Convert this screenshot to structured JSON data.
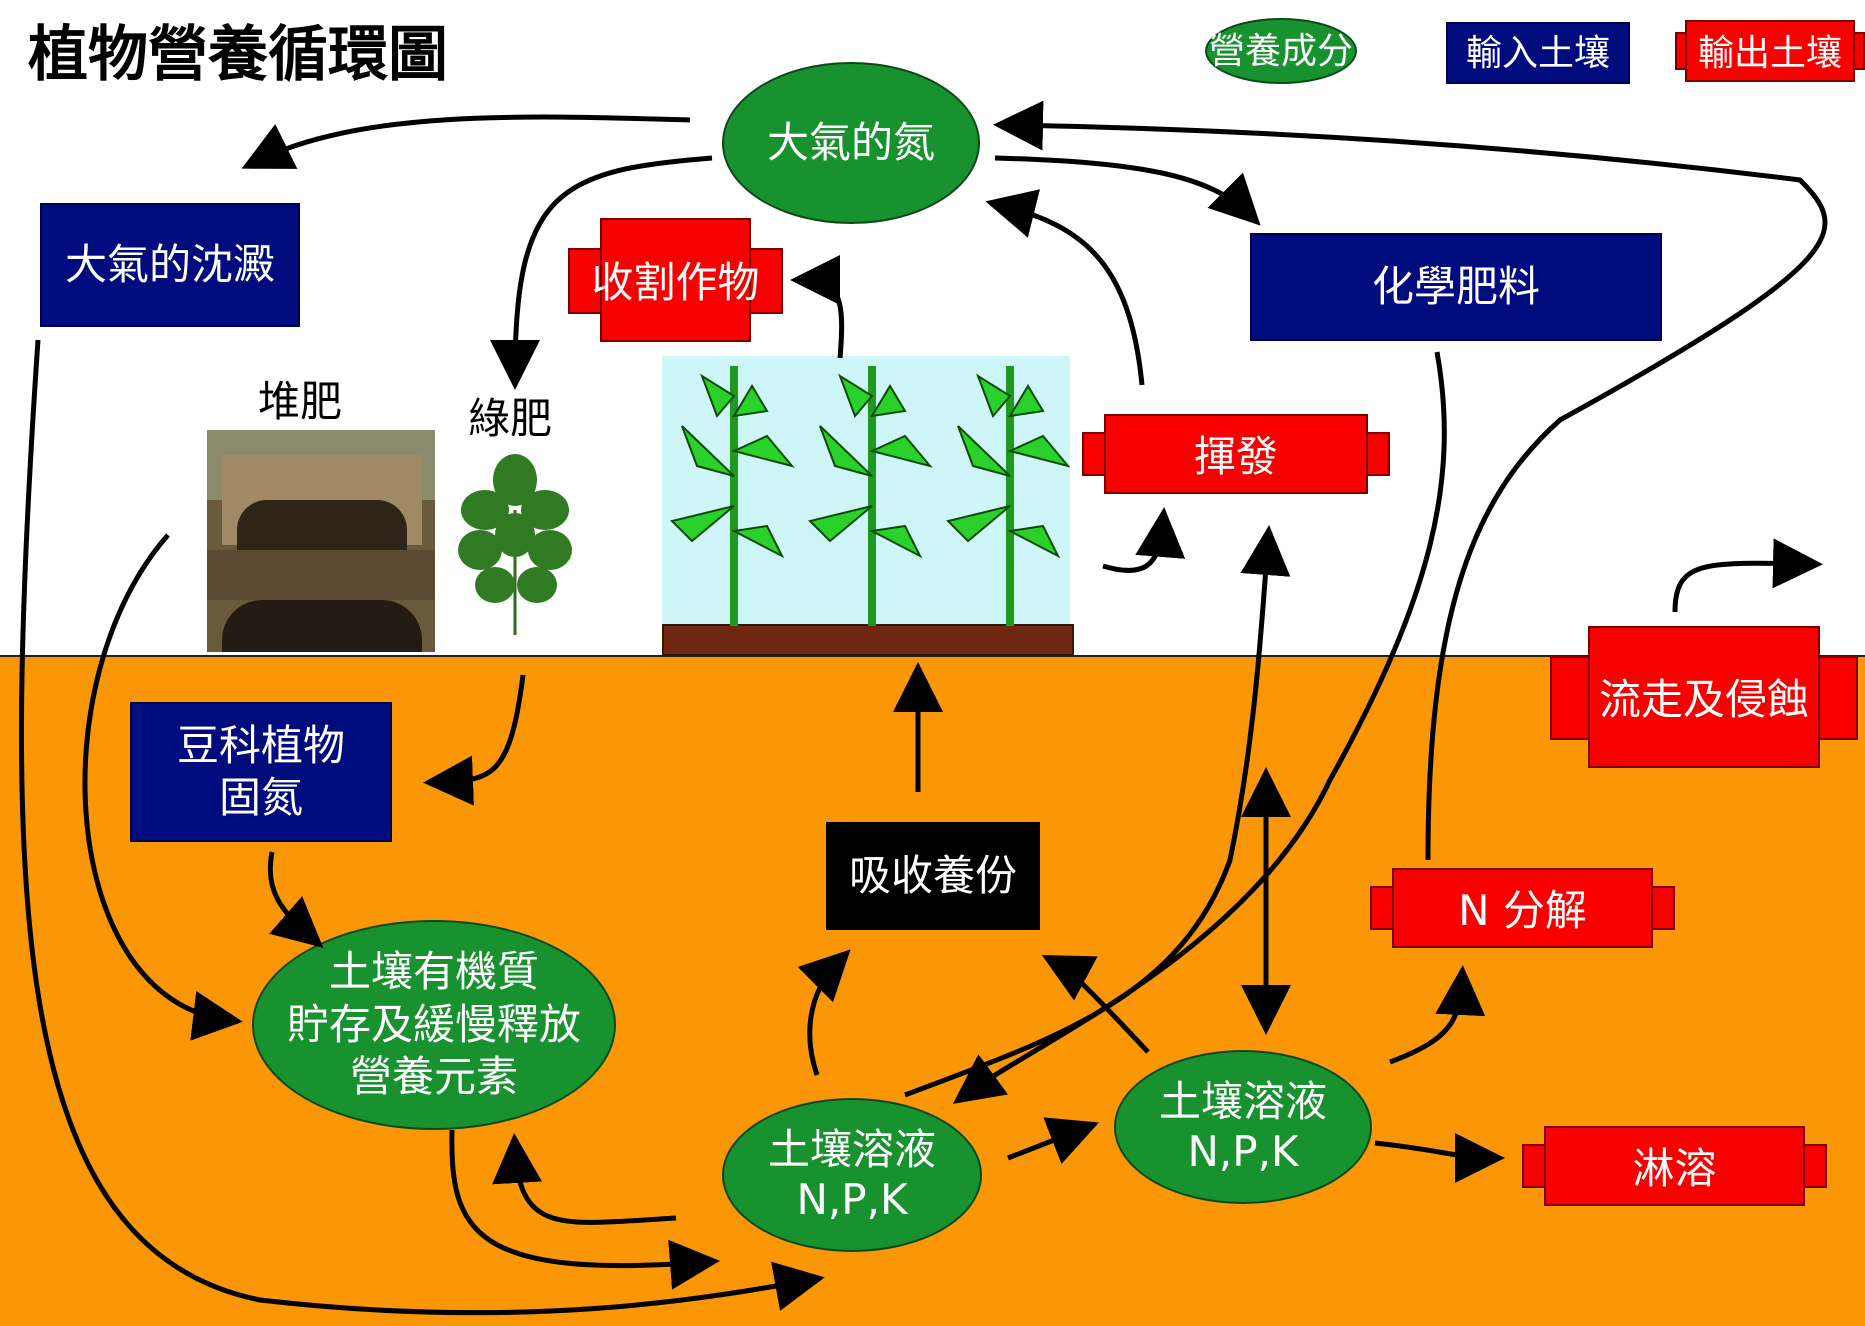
{
  "title": "植物營養循環圖",
  "legend": {
    "nutrient": "營養成分",
    "input": "輸入土壤",
    "output": "輸出土壤"
  },
  "nodes": {
    "atm_nitrogen": "大氣的氮",
    "atm_deposition": "大氣的沈澱",
    "harvest": "收割作物",
    "chemical_fertilizer": "化學肥料",
    "compost": "堆肥",
    "green_manure": "綠肥",
    "volatilization": "揮發",
    "runoff_erosion": "流走及侵蝕",
    "legume_line1": "豆科植物",
    "legume_line2": "固氮",
    "uptake": "吸收養份",
    "n_decomposition": "N 分解",
    "som_line1": "土壤有機質",
    "som_line2": "貯存及緩慢釋放",
    "som_line3": "營養元素",
    "solution1_line1": "土壤溶液",
    "solution1_line2": "N,P,K",
    "solution2_line1": "土壤溶液",
    "solution2_line2": "N,P,K",
    "leaching": "淋溶"
  },
  "colors": {
    "nutrient": "#18912f",
    "input": "#000b7d",
    "output": "#f80000",
    "soil": "#fb9707"
  }
}
